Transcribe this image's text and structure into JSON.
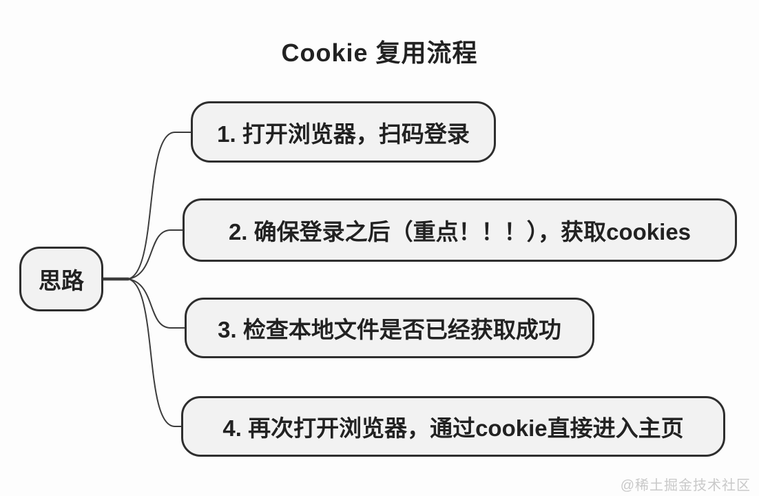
{
  "title": "Cookie 复用流程",
  "root": {
    "label": "思路"
  },
  "steps": [
    {
      "label": "1. 打开浏览器，扫码登录"
    },
    {
      "label": "2. 确保登录之后（重点！！！），获取cookies"
    },
    {
      "label": "3. 检查本地文件是否已经获取成功"
    },
    {
      "label": "4. 再次打开浏览器，通过cookie直接进入主页"
    }
  ],
  "watermark": "@稀土掘金技术社区",
  "colors": {
    "background": "#fdfdfd",
    "node_fill": "#f2f2f2",
    "node_border": "#2e2e2e",
    "text": "#222222",
    "connector": "#3c3c3c",
    "watermark": "#c9c9c9"
  }
}
